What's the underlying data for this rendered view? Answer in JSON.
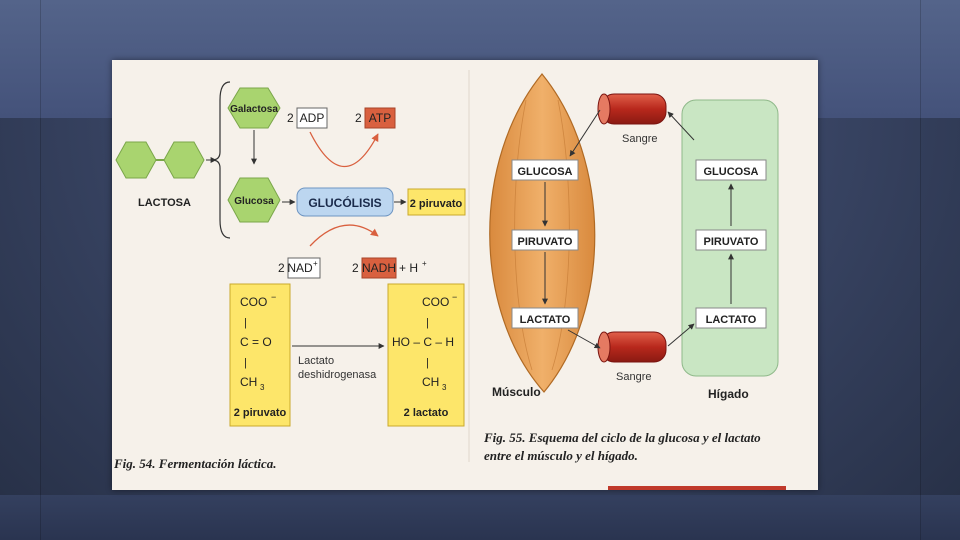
{
  "fig54": {
    "lactosa": "LACTOSA",
    "galactosa": "Galactosa",
    "glucosa": "Glucosa",
    "adp_coef": "2",
    "adp": "ADP",
    "atp_coef": "2",
    "atp": "ATP",
    "glucolisis": "GLUCÓLISIS",
    "piruvato_box": "2 piruvato",
    "nad_coef": "2",
    "nad": "NAD",
    "nad_sup": "+",
    "nadh_coef": "2",
    "nadh": "NADH",
    "h_plus": "+ H",
    "h_sup": "+",
    "pyr_coo": "COO",
    "pyr_coo_sup": "−",
    "pyr_bar1": "|",
    "pyr_co": "C = O",
    "pyr_bar2": "|",
    "pyr_ch3": "CH",
    "pyr_ch3_sub": "3",
    "pyr_label": "2 piruvato",
    "enzyme_line1": "Lactato",
    "enzyme_line2": "deshidrogenasa",
    "lac_coo": "COO",
    "lac_coo_sup": "−",
    "lac_bar1": "|",
    "lac_hoch": "HO – C – H",
    "lac_bar2": "|",
    "lac_ch3": "CH",
    "lac_ch3_sub": "3",
    "lac_label": "2 lactato",
    "caption": "Fig. 54. Fermentación láctica."
  },
  "fig55": {
    "sangre_top": "Sangre",
    "sangre_bottom": "Sangre",
    "muscle_glucosa": "GLUCOSA",
    "muscle_piruvato": "PIRUVATO",
    "muscle_lactato": "LACTATO",
    "liver_glucosa": "GLUCOSA",
    "liver_piruvato": "PIRUVATO",
    "liver_lactato": "LACTATO",
    "musculo": "Músculo",
    "higado": "Hígado",
    "caption_line1": "Fig. 55. Esquema del ciclo de la glucosa y el lactato",
    "caption_line2": "entre el músculo y el hígado."
  },
  "colors": {
    "hexagon": "#a9d46f",
    "yellow_box": "#fde66a",
    "atp_red": "#d9603f",
    "glucolisis_blue": "#bcd6f0",
    "muscle": "#e9a45c",
    "liver": "#c9e6c3",
    "vessel": "#c0392b"
  }
}
